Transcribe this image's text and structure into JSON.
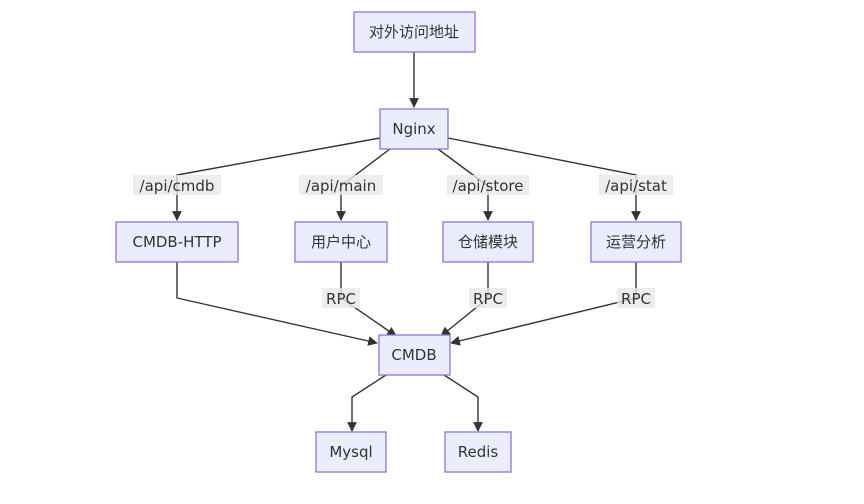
{
  "nodes": {
    "external": "对外访问地址",
    "nginx": "Nginx",
    "cmdb_http": "CMDB-HTTP",
    "user_center": "用户中心",
    "warehouse": "仓储模块",
    "analytics": "运营分析",
    "cmdb": "CMDB",
    "mysql": "Mysql",
    "redis": "Redis"
  },
  "edge_labels": {
    "api_cmdb": "/api/cmdb",
    "api_main": "/api/main",
    "api_store": "/api/store",
    "api_stat": "/api/stat",
    "rpc_user": "RPC",
    "rpc_store": "RPC",
    "rpc_stat": "RPC"
  },
  "colors": {
    "node_fill": "#ECECFF",
    "node_stroke": "#9370DB",
    "edge": "#333333",
    "label_bg": "#E8E8E8"
  }
}
